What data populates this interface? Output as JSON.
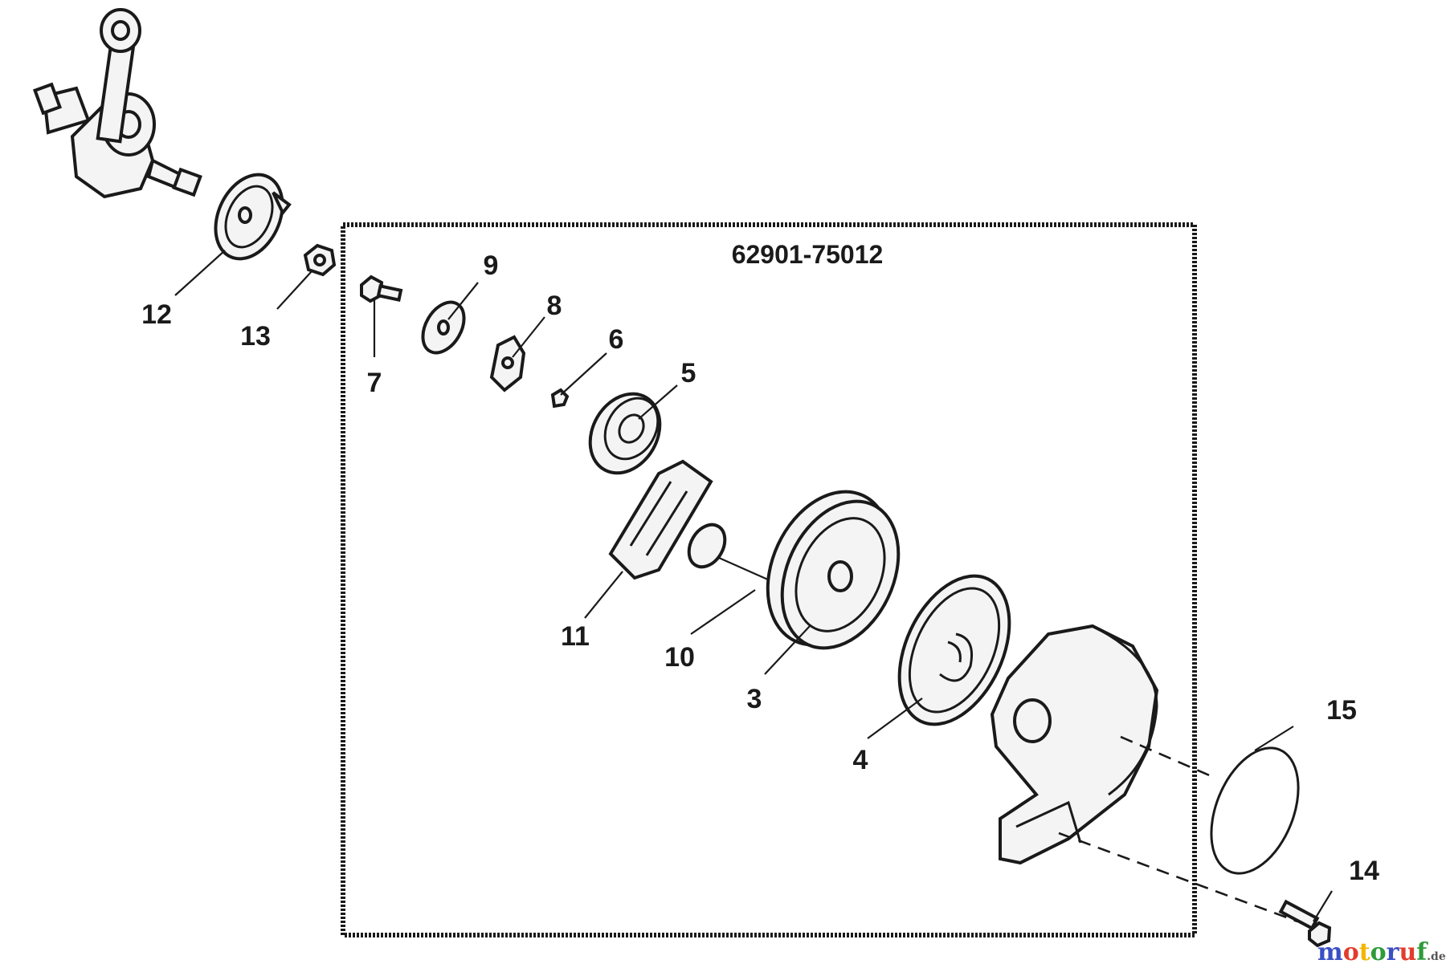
{
  "kit_number": "62901-75012",
  "callouts": [
    "3",
    "4",
    "5",
    "6",
    "7",
    "8",
    "9",
    "10",
    "11",
    "12",
    "13",
    "14",
    "15"
  ],
  "watermark": {
    "brand": "motoruf",
    "tld": ".de",
    "colors": [
      "#3b4fc4",
      "#e23c2d",
      "#f2b500",
      "#2f9b3a",
      "#3b4fc4",
      "#e23c2d",
      "#2f9b3a"
    ]
  }
}
